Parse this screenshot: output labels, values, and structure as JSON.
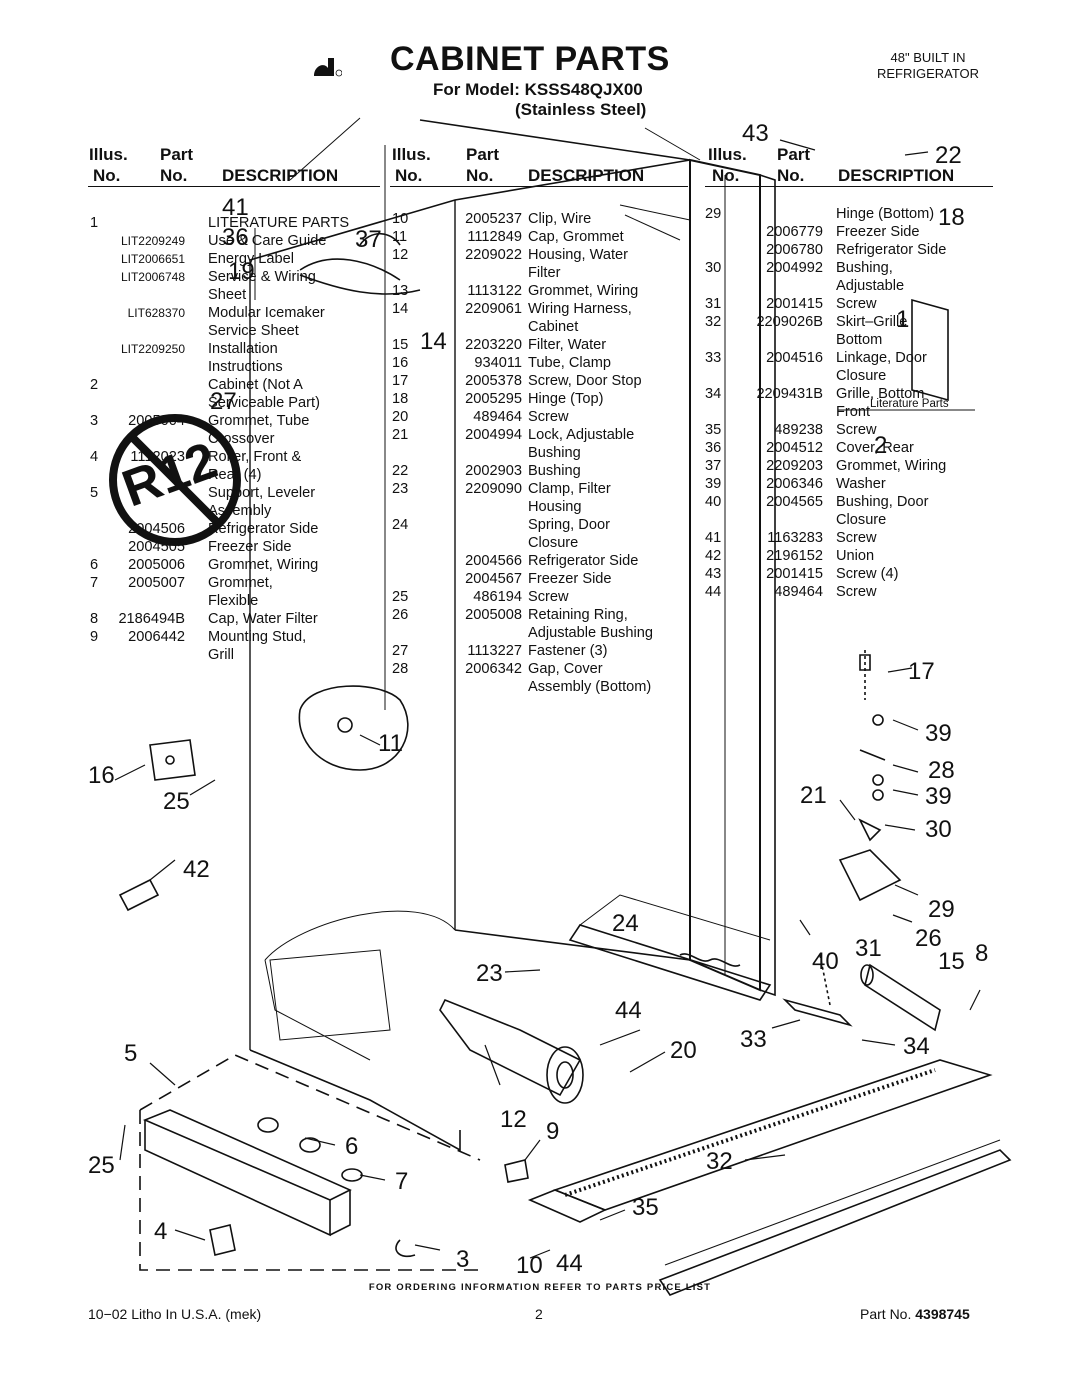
{
  "header": {
    "title": "CABINET PARTS",
    "model_line": "For Model: KSSS48QJX00",
    "finish_line": "(Stainless Steel)",
    "top_right": [
      "48\" BUILT IN",
      "REFRIGERATOR"
    ]
  },
  "table_headers": {
    "illus_line1": "Illus.",
    "illus_line2": "No.",
    "part_line1": "Part",
    "part_line2": "No.",
    "description": "DESCRIPTION"
  },
  "columns": [
    [
      {
        "illus": "1",
        "part": "",
        "desc": "LITERATURE PARTS"
      },
      {
        "illus": "",
        "part": "LIT2209249",
        "desc": "Use & Care Guide",
        "small": true
      },
      {
        "illus": "",
        "part": "LIT2006651",
        "desc": "Energy Label",
        "small": true
      },
      {
        "illus": "",
        "part": "LIT2006748",
        "desc": "Service & Wiring",
        "small": true
      },
      {
        "illus": "",
        "part": "",
        "desc": "Sheet"
      },
      {
        "illus": "",
        "part": "LIT628370",
        "desc": "Modular Icemaker",
        "small": true
      },
      {
        "illus": "",
        "part": "",
        "desc": "Service Sheet"
      },
      {
        "illus": "",
        "part": "LIT2209250",
        "desc": "Installation",
        "small": true
      },
      {
        "illus": "",
        "part": "",
        "desc": "Instructions"
      },
      {
        "illus": "2",
        "part": "",
        "desc": "Cabinet (Not A"
      },
      {
        "illus": "",
        "part": "",
        "desc": "Serviceable Part)"
      },
      {
        "illus": "3",
        "part": "2005004",
        "desc": "Grommet, Tube"
      },
      {
        "illus": "",
        "part": "",
        "desc": "Crossover"
      },
      {
        "illus": "4",
        "part": "1112023",
        "desc": "Roller, Front &"
      },
      {
        "illus": "",
        "part": "",
        "desc": "Rear (4)"
      },
      {
        "illus": "5",
        "part": "",
        "desc": "Support, Leveler"
      },
      {
        "illus": "",
        "part": "",
        "desc": "Assembly"
      },
      {
        "illus": "",
        "part": "2004506",
        "desc": "Refrigerator Side"
      },
      {
        "illus": "",
        "part": "2004505",
        "desc": "Freezer Side"
      },
      {
        "illus": "6",
        "part": "2005006",
        "desc": "Grommet, Wiring"
      },
      {
        "illus": "7",
        "part": "2005007",
        "desc": "Grommet,"
      },
      {
        "illus": "",
        "part": "",
        "desc": "Flexible"
      },
      {
        "illus": "8",
        "part": "2186494B",
        "desc": "Cap, Water Filter"
      },
      {
        "illus": "9",
        "part": "2006442",
        "desc": "Mounting Stud,"
      },
      {
        "illus": "",
        "part": "",
        "desc": "Grill"
      }
    ],
    [
      {
        "illus": "10",
        "part": "2005237",
        "desc": "Clip, Wire"
      },
      {
        "illus": "11",
        "part": "1112849",
        "desc": "Cap, Grommet"
      },
      {
        "illus": "12",
        "part": "2209022",
        "desc": "Housing, Water"
      },
      {
        "illus": "",
        "part": "",
        "desc": "Filter"
      },
      {
        "illus": "13",
        "part": "1113122",
        "desc": "Grommet, Wiring"
      },
      {
        "illus": "14",
        "part": "2209061",
        "desc": "Wiring Harness,"
      },
      {
        "illus": "",
        "part": "",
        "desc": "Cabinet"
      },
      {
        "illus": "15",
        "part": "2203220",
        "desc": "Filter, Water"
      },
      {
        "illus": "16",
        "part": "934011",
        "desc": "Tube, Clamp"
      },
      {
        "illus": "17",
        "part": "2005378",
        "desc": "Screw, Door Stop"
      },
      {
        "illus": "18",
        "part": "2005295",
        "desc": "Hinge (Top)"
      },
      {
        "illus": "20",
        "part": "489464",
        "desc": "Screw"
      },
      {
        "illus": "21",
        "part": "2004994",
        "desc": "Lock, Adjustable"
      },
      {
        "illus": "",
        "part": "",
        "desc": "Bushing"
      },
      {
        "illus": "22",
        "part": "2002903",
        "desc": "Bushing"
      },
      {
        "illus": "23",
        "part": "2209090",
        "desc": "Clamp, Filter"
      },
      {
        "illus": "",
        "part": "",
        "desc": "Housing"
      },
      {
        "illus": "24",
        "part": "",
        "desc": "Spring, Door"
      },
      {
        "illus": "",
        "part": "",
        "desc": "Closure"
      },
      {
        "illus": "",
        "part": "2004566",
        "desc": "Refrigerator Side"
      },
      {
        "illus": "",
        "part": "2004567",
        "desc": "Freezer Side"
      },
      {
        "illus": "25",
        "part": "486194",
        "desc": "Screw"
      },
      {
        "illus": "26",
        "part": "2005008",
        "desc": "Retaining Ring,"
      },
      {
        "illus": "",
        "part": "",
        "desc": "Adjustable Bushing"
      },
      {
        "illus": "27",
        "part": "1113227",
        "desc": "Fastener (3)"
      },
      {
        "illus": "28",
        "part": "2006342",
        "desc": "Gap, Cover"
      },
      {
        "illus": "",
        "part": "",
        "desc": "Assembly (Bottom)"
      }
    ],
    [
      {
        "illus": "29",
        "part": "",
        "desc": "Hinge (Bottom)"
      },
      {
        "illus": "",
        "part": "2006779",
        "desc": "Freezer Side"
      },
      {
        "illus": "",
        "part": "2006780",
        "desc": "Refrigerator Side"
      },
      {
        "illus": "30",
        "part": "2004992",
        "desc": "Bushing,"
      },
      {
        "illus": "",
        "part": "",
        "desc": "Adjustable"
      },
      {
        "illus": "31",
        "part": "2001415",
        "desc": "Screw"
      },
      {
        "illus": "32",
        "part": "2209026B",
        "desc": "Skirt–Grille"
      },
      {
        "illus": "",
        "part": "",
        "desc": "Bottom"
      },
      {
        "illus": "33",
        "part": "2004516",
        "desc": "Linkage, Door"
      },
      {
        "illus": "",
        "part": "",
        "desc": "Closure"
      },
      {
        "illus": "34",
        "part": "2209431B",
        "desc": "Grille, Bottom"
      },
      {
        "illus": "",
        "part": "",
        "desc": "Front"
      },
      {
        "illus": "35",
        "part": "489238",
        "desc": "Screw"
      },
      {
        "illus": "36",
        "part": "2004512",
        "desc": "Cover, Rear"
      },
      {
        "illus": "37",
        "part": "2209203",
        "desc": "Grommet, Wiring"
      },
      {
        "illus": "39",
        "part": "2006346",
        "desc": "Washer"
      },
      {
        "illus": "40",
        "part": "2004565",
        "desc": "Bushing, Door"
      },
      {
        "illus": "",
        "part": "",
        "desc": "Closure"
      },
      {
        "illus": "41",
        "part": "1163283",
        "desc": "Screw"
      },
      {
        "illus": "42",
        "part": "2196152",
        "desc": "Union"
      },
      {
        "illus": "43",
        "part": "2001415",
        "desc": "Screw (4)"
      },
      {
        "illus": "44",
        "part": "489464",
        "desc": "Screw"
      }
    ]
  ],
  "diagram": {
    "literature_label": "Literature Parts",
    "r12_text": "R12",
    "callouts": {
      "c43": "43",
      "c22": "22",
      "c18": "18",
      "c1": "1",
      "c2": "2",
      "c41": "41",
      "c36": "36",
      "c37": "37",
      "c19": "19",
      "c14": "14",
      "c27": "27",
      "c11": "11",
      "c16": "16",
      "c25a": "25",
      "c42": "42",
      "c17": "17",
      "c39a": "39",
      "c28": "28",
      "c21": "21",
      "c39b": "39",
      "c30": "30",
      "c29": "29",
      "c24": "24",
      "c31": "31",
      "c26": "26",
      "c40": "40",
      "c15": "15",
      "c8": "8",
      "c23": "23",
      "c44a": "44",
      "c33": "33",
      "c34": "34",
      "c5": "5",
      "c20": "20",
      "c12": "12",
      "c9": "9",
      "c6": "6",
      "c25b": "25",
      "c7": "7",
      "c32": "32",
      "c35": "35",
      "c4": "4",
      "c3": "3",
      "c10": "10",
      "c44b": "44"
    }
  },
  "footer": {
    "ordering_note": "FOR ORDERING INFORMATION REFER TO PARTS PRICE LIST",
    "litho": "10−02 Litho In U.S.A. (mek)",
    "page": "2",
    "part_no_label": "Part No.",
    "part_no_value": "4398745"
  }
}
